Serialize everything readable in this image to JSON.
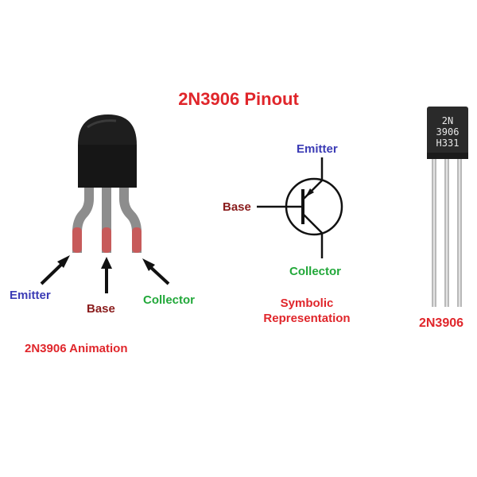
{
  "title": "2N3906 Pinout",
  "animation": {
    "emitter_label": "Emitter",
    "base_label": "Base",
    "collector_label": "Collector",
    "caption": "2N3906 Animation"
  },
  "symbol": {
    "emitter_label": "Emitter",
    "base_label": "Base",
    "collector_label": "Collector",
    "caption": "Symbolic Representation"
  },
  "photo": {
    "marking_line1": "2N",
    "marking_line2": "3906",
    "marking_line3": "H331",
    "caption": "2N3906"
  },
  "colors": {
    "title": "#e0262b",
    "emitter": "#3b3bb5",
    "base": "#8a1c1c",
    "collector": "#22a83a",
    "caption": "#e0262b",
    "pin_tip": "#c75a5a",
    "pin_lead": "#8d8d8d",
    "body": "#1e1e1e"
  }
}
